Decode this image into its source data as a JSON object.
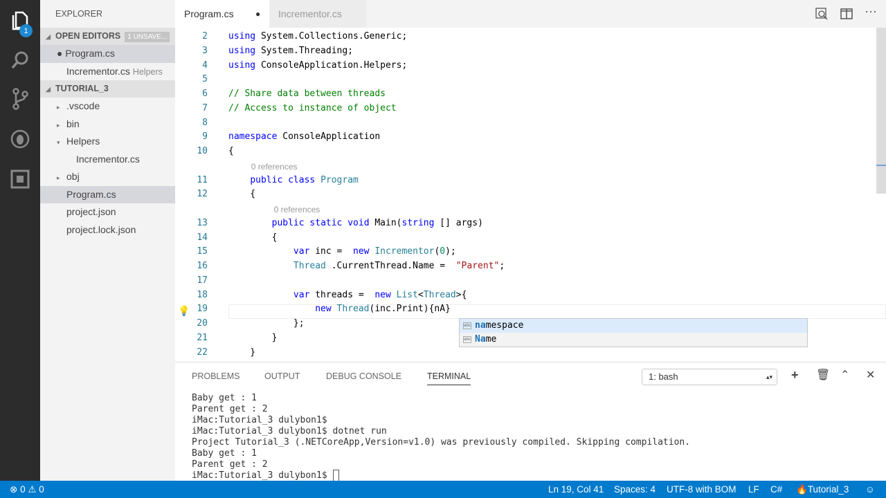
{
  "activity": {
    "badge": "1",
    "icons": [
      "files-icon",
      "search-icon",
      "source-control-icon",
      "debug-icon",
      "extensions-icon"
    ]
  },
  "sidebar": {
    "title": "EXPLORER",
    "open_editors": {
      "label": "OPEN EDITORS",
      "badge": "1 UNSAVE...",
      "items": [
        {
          "name": "Program.cs",
          "dirty": true
        },
        {
          "name": "Incrementor.cs",
          "folder": "Helpers"
        }
      ]
    },
    "project": {
      "label": "TUTORIAL_3",
      "items": [
        {
          "name": ".vscode",
          "type": "folder"
        },
        {
          "name": "bin",
          "type": "folder"
        },
        {
          "name": "Helpers",
          "type": "folder-open"
        },
        {
          "name": "Incrementor.cs",
          "type": "file",
          "indent": 2
        },
        {
          "name": "obj",
          "type": "folder"
        },
        {
          "name": "Program.cs",
          "type": "file",
          "selected": true
        },
        {
          "name": "project.json",
          "type": "file"
        },
        {
          "name": "project.lock.json",
          "type": "file"
        }
      ]
    }
  },
  "tabs": [
    {
      "label": "Program.cs",
      "active": true,
      "dirty": true
    },
    {
      "label": "Incrementor.cs",
      "active": false
    }
  ],
  "editor": {
    "lines": [
      {
        "n": "2",
        "tokens": [
          [
            "k",
            "using"
          ],
          [
            "",
            "System.Collections.Generic;"
          ]
        ]
      },
      {
        "n": "3",
        "tokens": [
          [
            "k",
            "using"
          ],
          [
            "",
            "System.Threading;"
          ]
        ]
      },
      {
        "n": "4",
        "tokens": [
          [
            "k",
            "using"
          ],
          [
            "",
            "ConsoleApplication.Helpers;"
          ]
        ]
      },
      {
        "n": "5",
        "tokens": []
      },
      {
        "n": "6",
        "tokens": [
          [
            "c",
            "// Share data between threads"
          ]
        ]
      },
      {
        "n": "7",
        "tokens": [
          [
            "c",
            "// Access to instance of object"
          ]
        ]
      },
      {
        "n": "8",
        "tokens": []
      },
      {
        "n": "9",
        "tokens": [
          [
            "k",
            "namespace"
          ],
          [
            "",
            "ConsoleApplication"
          ]
        ]
      },
      {
        "n": "10",
        "tokens": [
          [
            "",
            "{"
          ]
        ]
      },
      {
        "lens": "0 references",
        "indent": 4
      },
      {
        "n": "11",
        "tokens": [
          [
            "",
            "    "
          ],
          [
            "k",
            "public"
          ],
          [
            "k",
            "class"
          ],
          [
            "t",
            "Program"
          ]
        ]
      },
      {
        "n": "12",
        "tokens": [
          [
            "",
            "    {"
          ]
        ]
      },
      {
        "lens": "0 references",
        "indent": 8
      },
      {
        "n": "13",
        "tokens": [
          [
            "",
            "        "
          ],
          [
            "k",
            "public"
          ],
          [
            "k",
            "static"
          ],
          [
            "k",
            "void"
          ],
          [
            "",
            "Main("
          ],
          [
            "k",
            "string"
          ],
          [
            "",
            "[] args)"
          ]
        ]
      },
      {
        "n": "14",
        "tokens": [
          [
            "",
            "        {"
          ]
        ]
      },
      {
        "n": "15",
        "tokens": [
          [
            "",
            "            "
          ],
          [
            "k",
            "var"
          ],
          [
            "",
            "inc = "
          ],
          [
            "k",
            "new"
          ],
          [
            "t",
            "Incrementor"
          ],
          [
            "",
            "("
          ],
          [
            "n",
            "0"
          ],
          [
            "",
            ");"
          ]
        ]
      },
      {
        "n": "16",
        "tokens": [
          [
            "",
            "            "
          ],
          [
            "t",
            "Thread"
          ],
          [
            "",
            ".CurrentThread.Name = "
          ],
          [
            "s",
            "\"Parent\""
          ],
          [
            "",
            ";"
          ]
        ]
      },
      {
        "n": "17",
        "tokens": []
      },
      {
        "n": "18",
        "tokens": [
          [
            "",
            "            "
          ],
          [
            "k",
            "var"
          ],
          [
            "",
            "threads = "
          ],
          [
            "k",
            "new"
          ],
          [
            "t",
            "List"
          ],
          [
            "",
            "<"
          ],
          [
            "t",
            "Thread"
          ],
          [
            "",
            ">{"
          ]
        ]
      },
      {
        "n": "19",
        "tokens": [
          [
            "",
            "                "
          ],
          [
            "k",
            "new"
          ],
          [
            "t",
            "Thread"
          ],
          [
            "",
            "(inc.Print){nA}"
          ]
        ]
      },
      {
        "n": "20",
        "tokens": [
          [
            "",
            "            };"
          ]
        ]
      },
      {
        "n": "21",
        "tokens": [
          [
            "",
            "        }"
          ]
        ]
      },
      {
        "n": "22",
        "tokens": [
          [
            "",
            "    }"
          ]
        ]
      }
    ],
    "suggestions": [
      {
        "match": "na",
        "rest": "mespace",
        "active": true
      },
      {
        "match": "Na",
        "rest": "me",
        "active": false
      }
    ]
  },
  "panel": {
    "tabs": [
      "PROBLEMS",
      "OUTPUT",
      "DEBUG CONSOLE",
      "TERMINAL"
    ],
    "active": "TERMINAL",
    "terminal_select": "1: bash",
    "terminal": [
      "Baby get : 1",
      "Parent get : 2",
      "iMac:Tutorial_3 dulybon1$",
      "iMac:Tutorial_3 dulybon1$ dotnet run",
      "Project Tutorial_3 (.NETCoreApp,Version=v1.0) was previously compiled. Skipping compilation.",
      "Baby get : 1",
      "Parent get : 2",
      "iMac:Tutorial_3 dulybon1$ "
    ]
  },
  "status": {
    "errors": "0",
    "warnings": "0",
    "position": "Ln 19, Col 41",
    "spaces": "Spaces: 4",
    "encoding": "UTF-8 with BOM",
    "eol": "LF",
    "language": "C#",
    "project": "Tutorial_3",
    "color": "#007acc"
  }
}
